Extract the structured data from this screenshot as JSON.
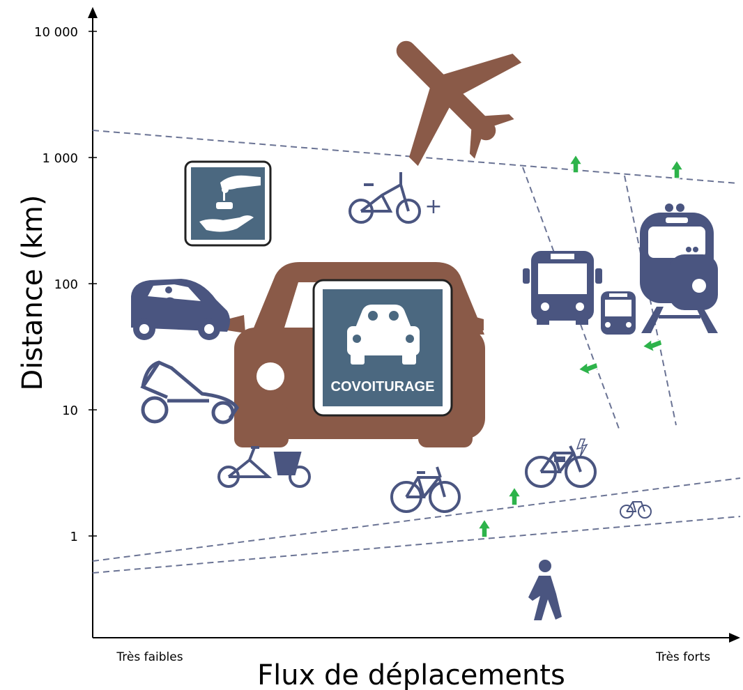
{
  "axes": {
    "y_label": "Distance (km)",
    "x_label": "Flux de déplacements",
    "y_ticks": [
      "10 000",
      "1 000",
      "100",
      "10",
      "1"
    ],
    "x_low": "Très faibles",
    "x_high": "Très forts"
  },
  "signs": {
    "covoiturage": "COVOITURAGE"
  },
  "icons": {
    "bicycle_folding_plus": "+"
  },
  "colors": {
    "brown": "#8a5a48",
    "navy": "#4a5580",
    "sign_blue": "#4b6880",
    "arrow_green": "#2db34a",
    "dash": "#6a7394"
  }
}
